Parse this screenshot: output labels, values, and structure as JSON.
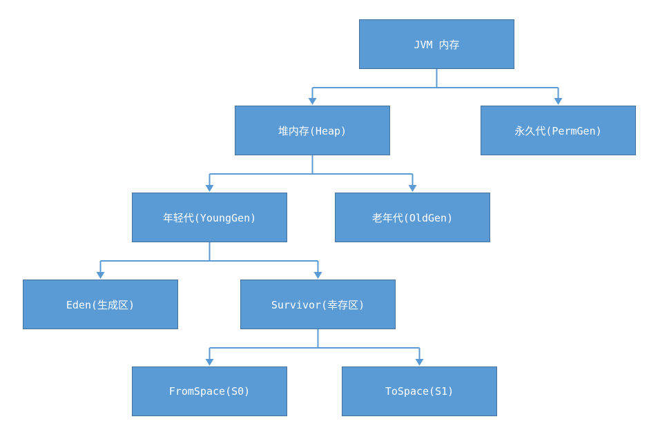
{
  "diagram": {
    "line_color": "#5b9bd5",
    "node_fill": "#5b9bd5",
    "node_border": "#41719c",
    "text_color": "#ffffff",
    "nodes": {
      "jvm_memory": "JVM 内存",
      "heap": "堆内存(Heap)",
      "perm_gen": "永久代(PermGen)",
      "young_gen": "年轻代(YoungGen)",
      "old_gen": "老年代(OldGen)",
      "eden": "Eden(生成区)",
      "survivor": "Survivor(幸存区)",
      "from_space": "FromSpace(S0)",
      "to_space": "ToSpace(S1)"
    },
    "edges": [
      [
        "jvm_memory",
        "heap"
      ],
      [
        "jvm_memory",
        "perm_gen"
      ],
      [
        "heap",
        "young_gen"
      ],
      [
        "heap",
        "old_gen"
      ],
      [
        "young_gen",
        "eden"
      ],
      [
        "young_gen",
        "survivor"
      ],
      [
        "survivor",
        "from_space"
      ],
      [
        "survivor",
        "to_space"
      ]
    ]
  }
}
